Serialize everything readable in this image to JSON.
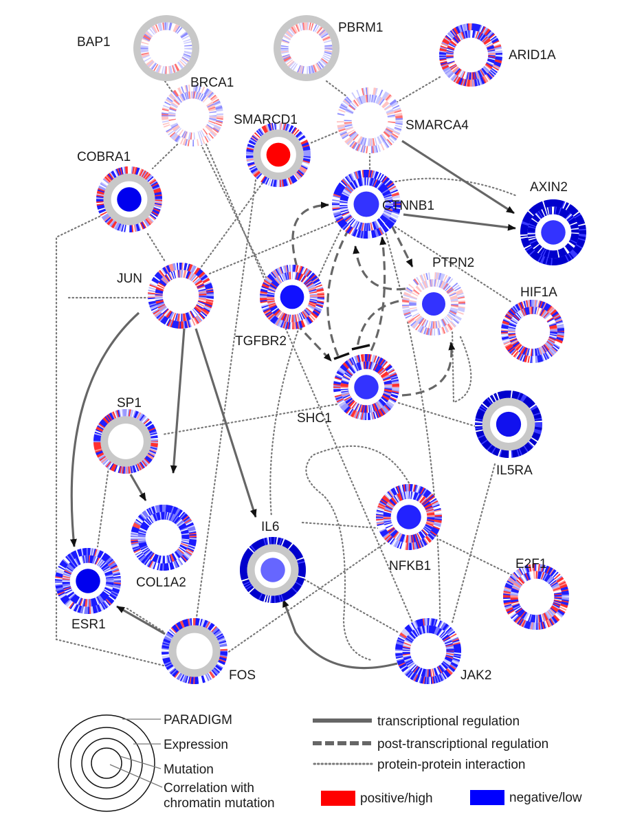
{
  "colors": {
    "positive": "#ff0000",
    "negative": "#0000ff",
    "neutral_ring": "#c8c8c8",
    "edge": "#666666"
  },
  "nodes": [
    {
      "id": "BAP1",
      "label": "BAP1",
      "center": "#ffffff",
      "outer": "grey",
      "mutation": "sparse-red"
    },
    {
      "id": "PBRM1",
      "label": "PBRM1",
      "center": "#ffffff",
      "outer": "grey",
      "mutation": "sparse-red"
    },
    {
      "id": "ARID1A",
      "label": "ARID1A",
      "center": "#ffffff",
      "outer": "mixed",
      "mutation": "mixed"
    },
    {
      "id": "BRCA1",
      "label": "BRCA1",
      "center": "#ffffff",
      "outer": "pale",
      "mutation": "pale"
    },
    {
      "id": "SMARCD1",
      "label": "SMARCD1",
      "center": "#ff0000",
      "outer": "mixed",
      "mutation": "none"
    },
    {
      "id": "SMARCA4",
      "label": "SMARCA4",
      "center": "#ffffff",
      "outer": "pale",
      "mutation": "pale"
    },
    {
      "id": "COBRA1",
      "label": "COBRA1",
      "center": "#0000ee",
      "outer": "mixed",
      "mutation": "none"
    },
    {
      "id": "CTNNB1",
      "label": "CTNNB1",
      "center": "#3333ff",
      "outer": "blue",
      "mutation": "mixed"
    },
    {
      "id": "AXIN2",
      "label": "AXIN2",
      "center": "#3333ff",
      "outer": "deep-blue",
      "mutation": "mixed"
    },
    {
      "id": "JUN",
      "label": "JUN",
      "center": "#ffffff",
      "outer": "mixed",
      "mutation": "mixed"
    },
    {
      "id": "TGFBR2",
      "label": "TGFBR2",
      "center": "#1111ff",
      "outer": "mixed",
      "mutation": "mixed"
    },
    {
      "id": "PTPN2",
      "label": "PTPN2",
      "center": "#3333ff",
      "outer": "pale",
      "mutation": "pale"
    },
    {
      "id": "HIF1A",
      "label": "HIF1A",
      "center": "#ffffff",
      "outer": "mixed",
      "mutation": "mixed"
    },
    {
      "id": "SHC1",
      "label": "SHC1",
      "center": "#3333ff",
      "outer": "mixed",
      "mutation": "mixed"
    },
    {
      "id": "SP1",
      "label": "SP1",
      "center": "#ffffff",
      "outer": "mixed",
      "mutation": "none"
    },
    {
      "id": "IL5RA",
      "label": "IL5RA",
      "center": "#1111ee",
      "outer": "deep-blue",
      "mutation": "none"
    },
    {
      "id": "COL1A2",
      "label": "COL1A2",
      "center": "#ffffff",
      "outer": "blue",
      "mutation": "mixed"
    },
    {
      "id": "IL6",
      "label": "IL6",
      "center": "#6666ff",
      "outer": "deep-blue",
      "mutation": "none"
    },
    {
      "id": "NFKB1",
      "label": "NFKB1",
      "center": "#2222ff",
      "outer": "mixed",
      "mutation": "mixed"
    },
    {
      "id": "E2F1",
      "label": "E2F1",
      "center": "#ffffff",
      "outer": "mixed",
      "mutation": "mixed"
    },
    {
      "id": "ESR1",
      "label": "ESR1",
      "center": "#0000ee",
      "outer": "blue",
      "mutation": "mixed"
    },
    {
      "id": "FOS",
      "label": "FOS",
      "center": "#ffffff",
      "outer": "blue",
      "mutation": "none"
    },
    {
      "id": "JAK2",
      "label": "JAK2",
      "center": "#ffffff",
      "outer": "blue",
      "mutation": "mixed"
    }
  ],
  "legend": {
    "rings": {
      "paradigm": "PARADIGM",
      "expression": "Expression",
      "mutation": "Mutation",
      "correlation_line1": "Correlation with",
      "correlation_line2": "chromatin mutation"
    },
    "edges": {
      "transcriptional": "transcriptional regulation",
      "post_transcriptional": "post-transcriptional regulation",
      "ppi": "protein-protein interaction"
    },
    "colors": {
      "positive": "positive/high",
      "negative": "negative/low"
    }
  }
}
